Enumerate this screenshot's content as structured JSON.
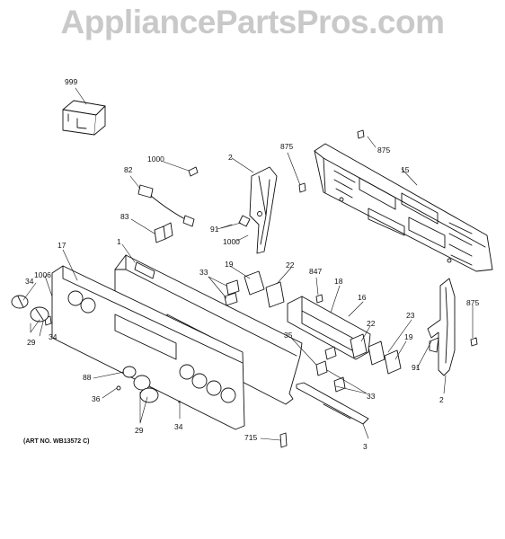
{
  "watermark": "AppliancePartsPros.com",
  "art_no": "(ART NO. WB13572 C)",
  "callouts": [
    "999",
    "875",
    "875",
    "15",
    "2",
    "1000",
    "82",
    "83",
    "91",
    "1000",
    "17",
    "1",
    "1006",
    "34",
    "29",
    "34",
    "19",
    "22",
    "33",
    "847",
    "18",
    "16",
    "875",
    "2",
    "91",
    "22",
    "23",
    "19",
    "35",
    "33",
    "88",
    "36",
    "29",
    "34",
    "715",
    "3"
  ]
}
